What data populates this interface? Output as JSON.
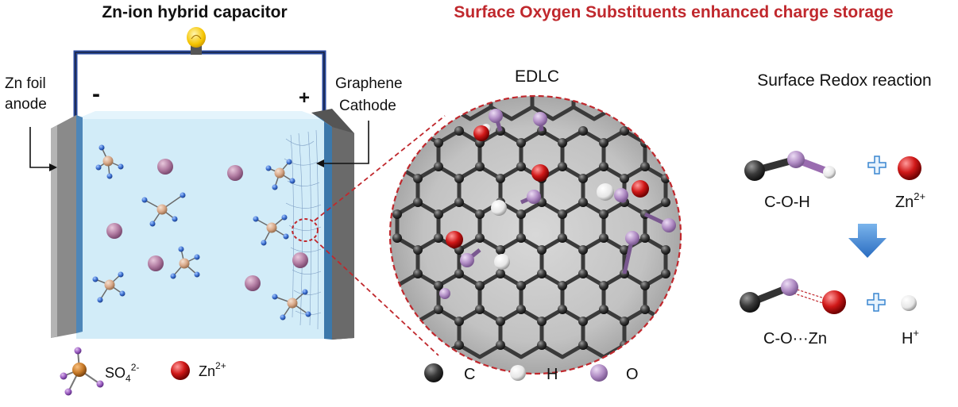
{
  "left_title": "Zn-ion hybrid capacitor",
  "right_title": "Surface Oxygen Substituents enhanced charge storage",
  "battery": {
    "anode_label_line1": "Zn foil",
    "anode_label_line2": "anode",
    "cathode_label_line1": "Graphene",
    "cathode_label_line2": "Cathode",
    "minus": "-",
    "plus": "+"
  },
  "ion_legend": {
    "sulfate_base": "SO",
    "sulfate_sub": "4",
    "sulfate_sup": "2-",
    "zinc_base": "Zn",
    "zinc_sup": "2+"
  },
  "edlc_label": "EDLC",
  "atom_legend": {
    "carbon": "C",
    "hydrogen": "H",
    "oxygen": "O"
  },
  "redox": {
    "title": "Surface Redox reaction",
    "reactant1": "C-O-H",
    "reactant2_base": "Zn",
    "reactant2_sup": "2+",
    "product1": "C-O···Zn",
    "product2_base": "H",
    "product2_sup": "+"
  },
  "colors": {
    "title_red": "#c0282d",
    "electrolyte": "#cde9f7",
    "wire": "#2a4aa0",
    "zinc_ion": "#b07aa0",
    "sulfate_center": "#d8a888",
    "sulfate_arm": "#3a6fd0",
    "oxygen": "#b890c8",
    "oxygen_red": "#d01818",
    "carbon": "#3a3a3a",
    "hydrogen": "#f2f2f2",
    "arrow_blue": "#3a86d0"
  }
}
